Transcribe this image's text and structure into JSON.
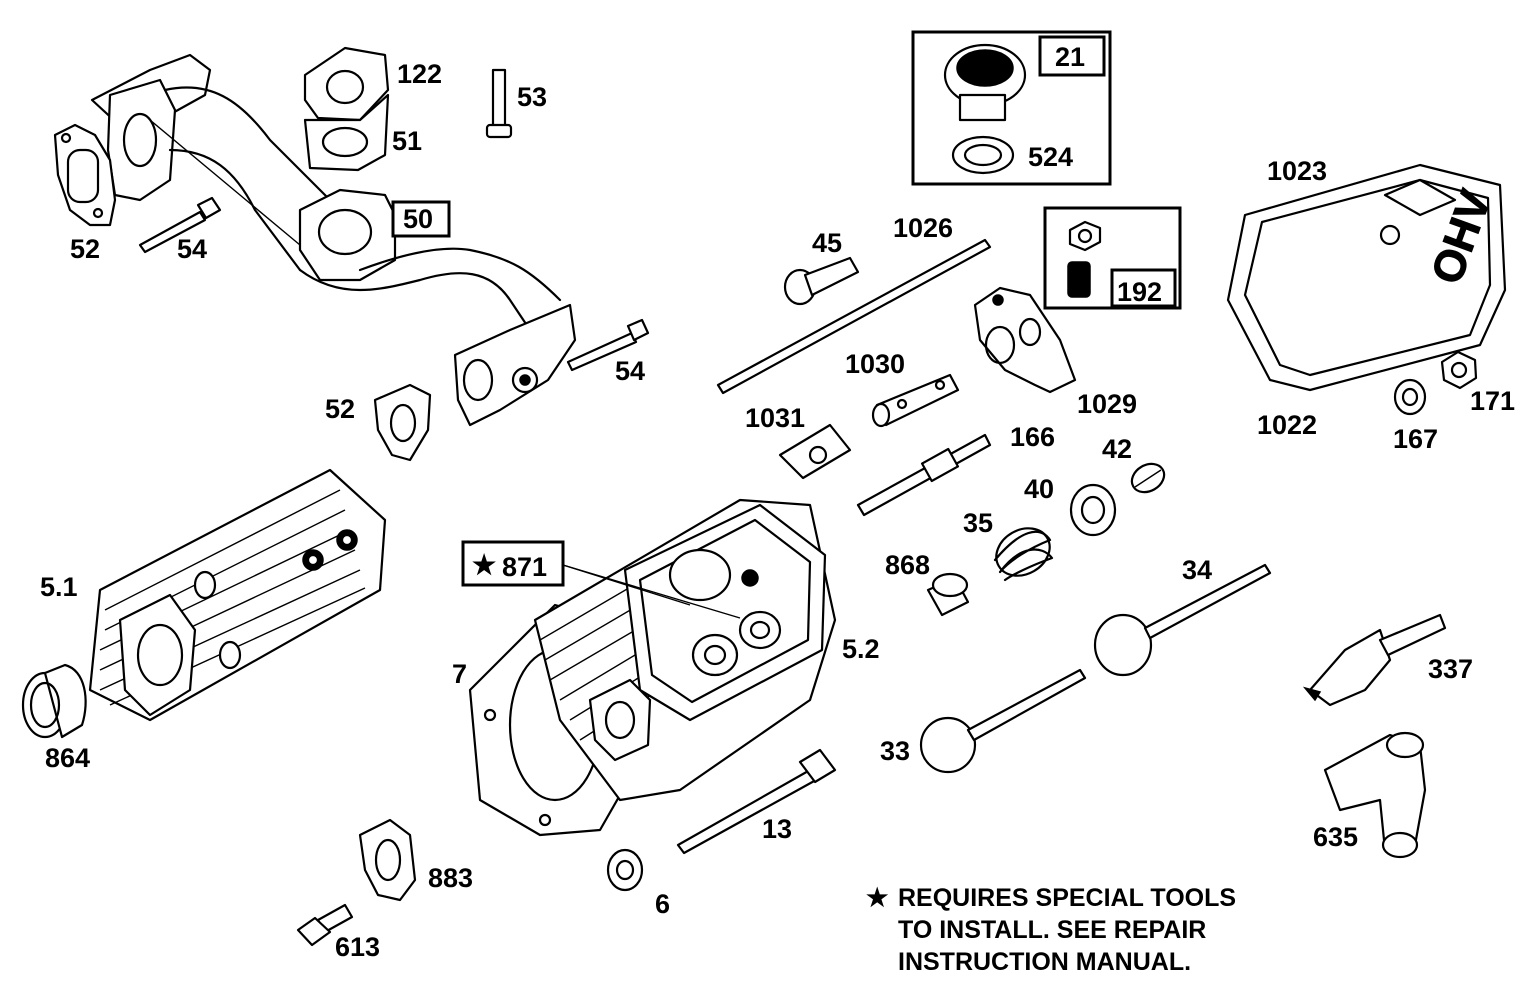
{
  "labels": {
    "l122": "122",
    "l53": "53",
    "l51": "51",
    "l50": "50",
    "l52a": "52",
    "l54a": "54",
    "l54b": "54",
    "l52b": "52",
    "l21": "21",
    "l524": "524",
    "l192": "192",
    "l1023": "1023",
    "l45": "45",
    "l1026": "1026",
    "l1030": "1030",
    "l1031": "1031",
    "l1029": "1029",
    "l1022": "1022",
    "l167": "167",
    "l171": "171",
    "l166": "166",
    "l42": "42",
    "l40": "40",
    "l35": "35",
    "l868": "868",
    "l34": "34",
    "l51x": "5.1",
    "l864": "864",
    "l871": "871",
    "l7": "7",
    "l52x": "5.2",
    "l337": "337",
    "l33": "33",
    "l13": "13",
    "l635": "635",
    "l883": "883",
    "l6": "6",
    "l613": "613"
  },
  "note": {
    "star": "★",
    "line1": "REQUIRES SPECIAL TOOLS",
    "line2": "TO INSTALL.  SEE REPAIR",
    "line3": "INSTRUCTION MANUAL."
  },
  "cover_text": "OHV"
}
